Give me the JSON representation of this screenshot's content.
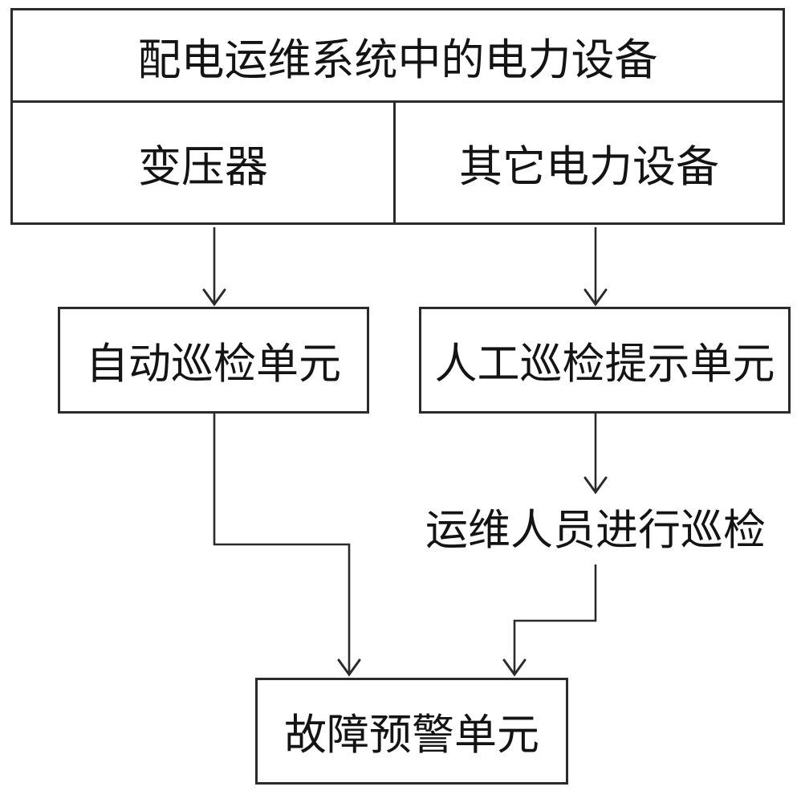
{
  "diagram": {
    "table": {
      "header": "配电运维系统中的电力设备",
      "cell_left": "变压器",
      "cell_right": "其它电力设备"
    },
    "nodes": {
      "auto_inspection": "自动巡检单元",
      "manual_inspection_prompt": "人工巡检提示单元",
      "personnel_inspection": "运维人员进行巡检",
      "fault_warning": "故障预警单元"
    },
    "edges": [
      {
        "from": "变压器",
        "to": "自动巡检单元",
        "style": "straight-arrow"
      },
      {
        "from": "其它电力设备",
        "to": "人工巡检提示单元",
        "style": "straight-arrow"
      },
      {
        "from": "人工巡检提示单元",
        "to": "运维人员进行巡检",
        "style": "straight-arrow"
      },
      {
        "from": "自动巡检单元",
        "to": "故障预警单元",
        "style": "elbow-arrow"
      },
      {
        "from": "运维人员进行巡检",
        "to": "故障预警单元",
        "style": "elbow-arrow"
      }
    ],
    "colors": {
      "line": "#2b2b2b",
      "text": "#141414",
      "background": "#ffffff"
    }
  }
}
